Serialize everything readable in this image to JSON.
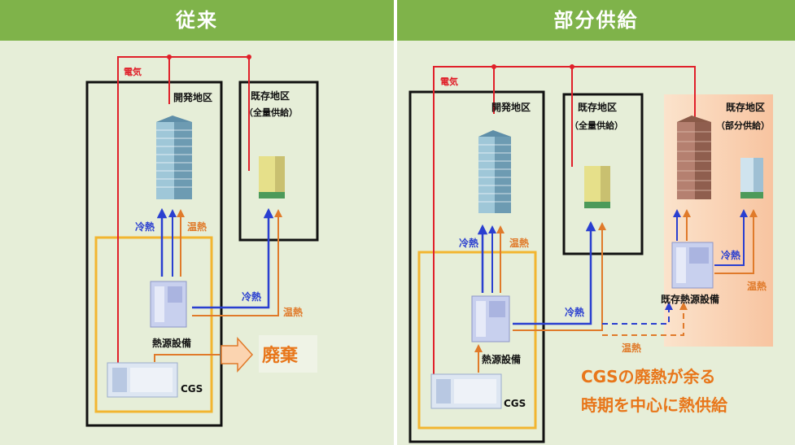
{
  "left": {
    "header": "従来",
    "electricity": "電気",
    "dev_area": "開発地区",
    "existing_area": "既存地区",
    "existing_sub": "（全量供給）",
    "cooling": "冷熱",
    "heating": "温熱",
    "cooling2": "冷熱",
    "heating2": "温熱",
    "heat_source": "熱源設備",
    "cgs": "CGS",
    "discard": "廃棄"
  },
  "right": {
    "header": "部分供給",
    "electricity": "電気",
    "dev_area": "開発地区",
    "existing_area": "既存地区",
    "existing_sub": "（全量供給）",
    "partial_area": "既存地区",
    "partial_sub": "（部分供給）",
    "cooling": "冷熱",
    "heating": "温熱",
    "cooling2": "冷熱",
    "heating2": "温熱",
    "cooling3": "冷熱",
    "heating3": "温熱",
    "heat_source": "熱源設備",
    "existing_heat_source": "既存熱源設備",
    "cgs": "CGS",
    "message_line1": "CGSの廃熱が余る",
    "message_line2": "時期を中心に熱供給"
  },
  "colors": {
    "header_bg": "#7fb34a",
    "panel_bg": "#e6eed8",
    "electric_red": "#e0202a",
    "cooling_blue": "#2a3fd0",
    "heating_orange": "#e07a2a",
    "cgs_frame": "#f2b530",
    "partial_zone": "#f8c8a0",
    "message_orange": "#e8761a"
  }
}
